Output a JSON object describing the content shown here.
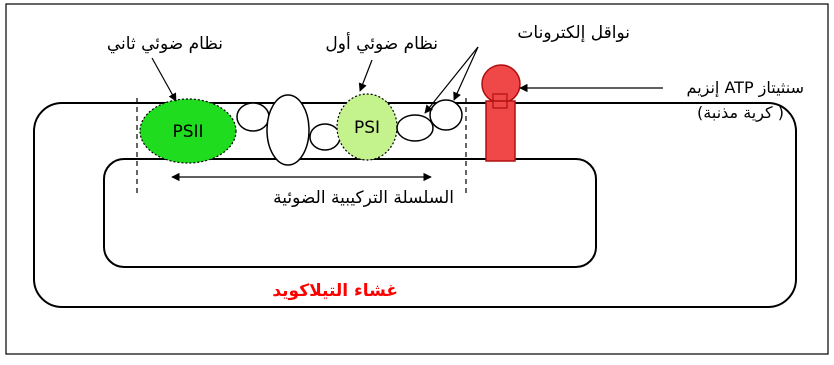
{
  "labels": {
    "photosystem_2": "نظام ضوئي ثاني",
    "photosystem_1": "نظام ضوئي أول",
    "electron_carriers": "نواقل إلكترونات",
    "atp_synthase_line1": "إنزيم ATP سنثيتاز",
    "atp_synthase_line2": "(كرية مذنبة )",
    "psii": "PSII",
    "psi": "PSI",
    "photosynthetic_chain": "السلسلة التركيبية الضوئية",
    "thylakoid_membrane": "غشاء التيلاكويد"
  },
  "colors": {
    "psii_fill": "#1fdc1f",
    "psi_fill": "#c4f28c",
    "atp_synthase_fill": "#f04848",
    "title_color": "#ff0000"
  }
}
